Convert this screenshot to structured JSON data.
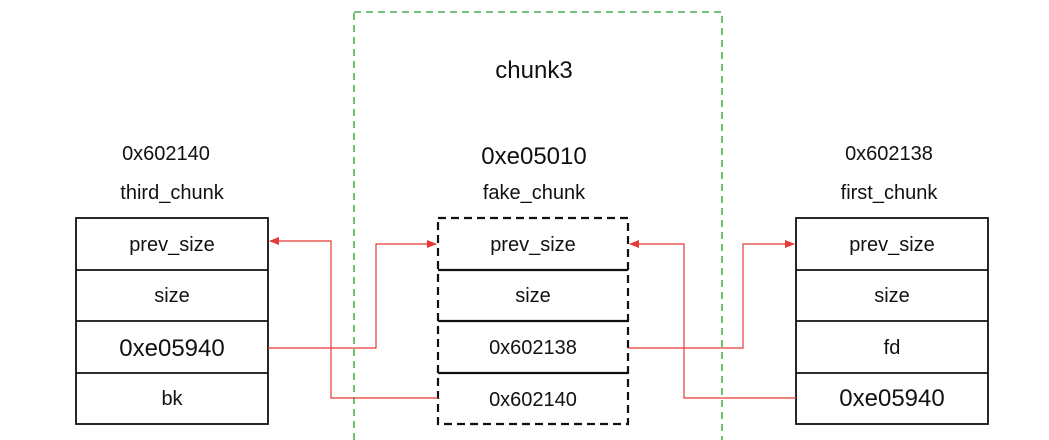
{
  "region": {
    "title": "chunk3",
    "border_color": "#4caf50"
  },
  "arrow_color": "#e53935",
  "left": {
    "address": "0x602140",
    "name": "third_chunk",
    "cells": [
      "prev_size",
      "size",
      "0xe05940",
      "bk"
    ]
  },
  "middle": {
    "address": "0xe05010",
    "name": "fake_chunk",
    "cells": [
      "prev_size",
      "size",
      "0x602138",
      "0x602140"
    ]
  },
  "right": {
    "address": "0x602138",
    "name": "first_chunk",
    "cells": [
      "prev_size",
      "size",
      "fd",
      "0xe05940"
    ]
  }
}
